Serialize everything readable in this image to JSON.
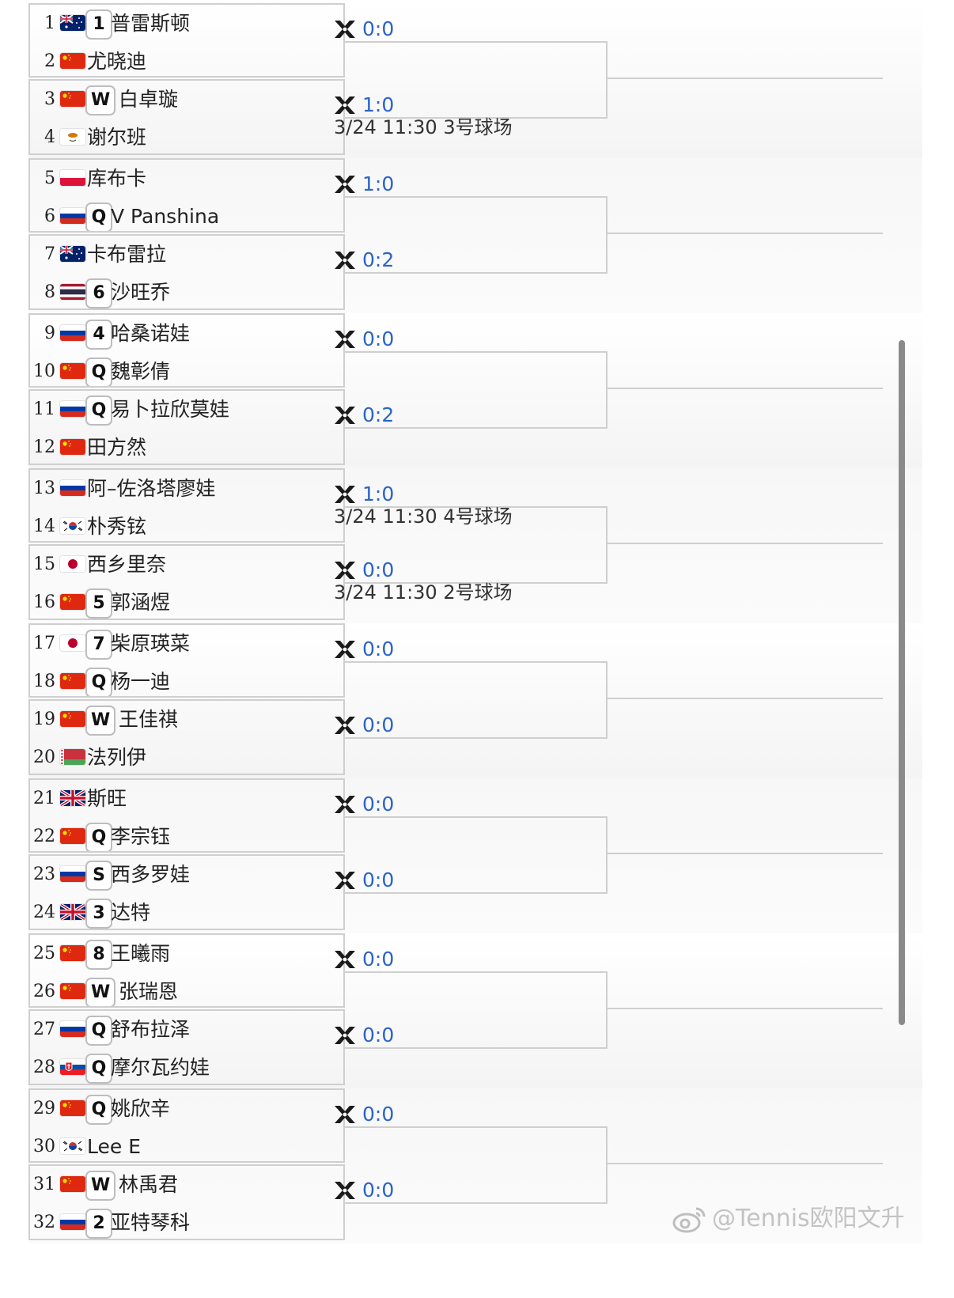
{
  "flag_colors": {
    "CHN": "#de2910",
    "AUS": "#012169",
    "CYP": "#ffffff",
    "POL": "#dc143c",
    "RUS": "#0039a6",
    "THA": "#a51931",
    "KOR": "#ffffff",
    "JPN": "#bc002d",
    "BLR": "#c8313e",
    "GBR": "#012169",
    "SVK": "#0b4ea2"
  },
  "score_color": "#2a63c6",
  "score_icon": "scissors-bracket-icon",
  "players": [
    {
      "seed": "1",
      "flag": "AUS",
      "badge": "1",
      "name": "普雷斯顿"
    },
    {
      "seed": "2",
      "flag": "CHN",
      "badge": "",
      "name": "尤晓迪"
    },
    {
      "seed": "3",
      "flag": "CHN",
      "badge": "W",
      "name": "白卓璇"
    },
    {
      "seed": "4",
      "flag": "CYP",
      "badge": "",
      "name": "谢尔班"
    },
    {
      "seed": "5",
      "flag": "POL",
      "badge": "",
      "name": "库布卡"
    },
    {
      "seed": "6",
      "flag": "RUS",
      "badge": "Q",
      "name": "V Panshina"
    },
    {
      "seed": "7",
      "flag": "AUS",
      "badge": "",
      "name": "卡布雷拉"
    },
    {
      "seed": "8",
      "flag": "THA",
      "badge": "6",
      "name": "沙旺乔"
    },
    {
      "seed": "9",
      "flag": "RUS",
      "badge": "4",
      "name": "哈桑诺娃"
    },
    {
      "seed": "10",
      "flag": "CHN",
      "badge": "Q",
      "name": "魏彰倩"
    },
    {
      "seed": "11",
      "flag": "RUS",
      "badge": "Q",
      "name": "易卜拉欣莫娃"
    },
    {
      "seed": "12",
      "flag": "CHN",
      "badge": "",
      "name": "田方然"
    },
    {
      "seed": "13",
      "flag": "RUS",
      "badge": "",
      "name": "阿–佐洛塔廖娃"
    },
    {
      "seed": "14",
      "flag": "KOR",
      "badge": "",
      "name": "朴秀铉"
    },
    {
      "seed": "15",
      "flag": "JPN",
      "badge": "",
      "name": "西乡里奈"
    },
    {
      "seed": "16",
      "flag": "CHN",
      "badge": "5",
      "name": "郭涵煜"
    },
    {
      "seed": "17",
      "flag": "JPN",
      "badge": "7",
      "name": "柴原瑛菜"
    },
    {
      "seed": "18",
      "flag": "CHN",
      "badge": "Q",
      "name": "杨一迪"
    },
    {
      "seed": "19",
      "flag": "CHN",
      "badge": "W",
      "name": "王佳祺"
    },
    {
      "seed": "20",
      "flag": "BLR",
      "badge": "",
      "name": "法列伊"
    },
    {
      "seed": "21",
      "flag": "GBR",
      "badge": "",
      "name": "斯旺"
    },
    {
      "seed": "22",
      "flag": "CHN",
      "badge": "Q",
      "name": "李宗钰"
    },
    {
      "seed": "23",
      "flag": "RUS",
      "badge": "S",
      "name": "西多罗娃"
    },
    {
      "seed": "24",
      "flag": "GBR",
      "badge": "3",
      "name": "达特"
    },
    {
      "seed": "25",
      "flag": "CHN",
      "badge": "8",
      "name": "王曦雨"
    },
    {
      "seed": "26",
      "flag": "CHN",
      "badge": "W",
      "name": "张瑞恩"
    },
    {
      "seed": "27",
      "flag": "RUS",
      "badge": "Q",
      "name": "舒布拉泽"
    },
    {
      "seed": "28",
      "flag": "SVK",
      "badge": "Q",
      "name": "摩尔瓦约娃"
    },
    {
      "seed": "29",
      "flag": "CHN",
      "badge": "Q",
      "name": "姚欣辛"
    },
    {
      "seed": "30",
      "flag": "KOR",
      "badge": "",
      "name": "Lee E"
    },
    {
      "seed": "31",
      "flag": "CHN",
      "badge": "W",
      "name": "林禹君"
    },
    {
      "seed": "32",
      "flag": "RUS",
      "badge": "2",
      "name": "亚特琴科"
    }
  ],
  "matches": [
    {
      "score": "0:0",
      "schedule": ""
    },
    {
      "score": "1:0",
      "schedule": "3/24 11:30 3号球场"
    },
    {
      "score": "1:0",
      "schedule": ""
    },
    {
      "score": "0:2",
      "schedule": ""
    },
    {
      "score": "0:0",
      "schedule": ""
    },
    {
      "score": "0:2",
      "schedule": ""
    },
    {
      "score": "1:0",
      "schedule": "3/24 11:30 4号球场"
    },
    {
      "score": "0:0",
      "schedule": "3/24 11:30 2号球场"
    },
    {
      "score": "0:0",
      "schedule": ""
    },
    {
      "score": "0:0",
      "schedule": ""
    },
    {
      "score": "0:0",
      "schedule": ""
    },
    {
      "score": "0:0",
      "schedule": ""
    },
    {
      "score": "0:0",
      "schedule": ""
    },
    {
      "score": "0:0",
      "schedule": ""
    },
    {
      "score": "0:0",
      "schedule": ""
    },
    {
      "score": "0:0",
      "schedule": ""
    }
  ],
  "watermark": "@Tennis欧阳文升"
}
